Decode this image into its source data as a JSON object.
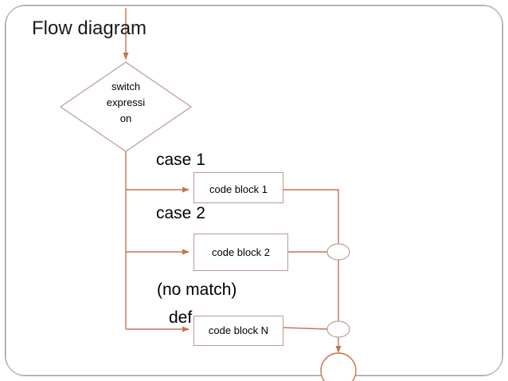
{
  "slide": {
    "title": "Flow diagram",
    "background_color": "#ffffff",
    "frame_color": "#9a9a9f",
    "connector_color": "#c8724f",
    "shape_border_color": "#b99a9a"
  },
  "diagram": {
    "type": "flowchart",
    "decision": {
      "label_lines": [
        "switch",
        "expressi",
        "on"
      ],
      "shape": "diamond"
    },
    "branch_labels": [
      {
        "id": "case-1",
        "text": "case 1"
      },
      {
        "id": "case-2",
        "text": "case 2"
      },
      {
        "id": "no-match",
        "text": "(no match)"
      },
      {
        "id": "default",
        "text": "def"
      }
    ],
    "process_blocks": [
      {
        "id": "block-1",
        "text": "code block 1"
      },
      {
        "id": "block-2",
        "text": "code block 2"
      },
      {
        "id": "block-n",
        "text": "code block N"
      }
    ],
    "junctions": [
      {
        "id": "merge-1",
        "shape": "ellipse"
      },
      {
        "id": "merge-2",
        "shape": "ellipse"
      },
      {
        "id": "terminator",
        "shape": "circle"
      }
    ]
  }
}
